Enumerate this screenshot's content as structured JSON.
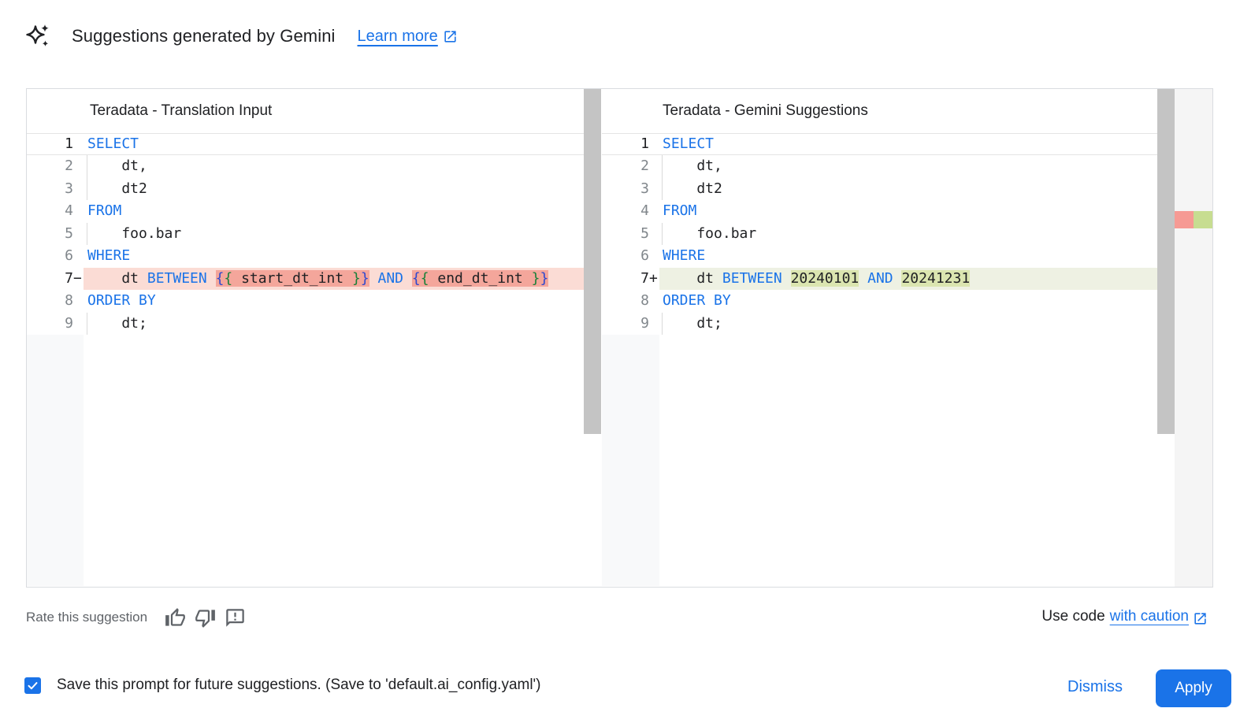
{
  "header": {
    "title": "Suggestions generated by Gemini",
    "learn_more_label": "Learn more"
  },
  "diff": {
    "left": {
      "title": "Teradata - Translation Input",
      "lines": [
        {
          "n": "1",
          "sign": "",
          "active": true,
          "tokens": [
            {
              "t": "SELECT",
              "c": "kw"
            }
          ]
        },
        {
          "n": "2",
          "sign": "",
          "guide": true,
          "tokens": [
            {
              "t": "    dt,",
              "c": "id"
            }
          ]
        },
        {
          "n": "3",
          "sign": "",
          "guide": true,
          "tokens": [
            {
              "t": "    dt2",
              "c": "id"
            }
          ]
        },
        {
          "n": "4",
          "sign": "",
          "tokens": [
            {
              "t": "FROM",
              "c": "kw"
            }
          ]
        },
        {
          "n": "5",
          "sign": "",
          "guide": true,
          "tokens": [
            {
              "t": "    foo.bar",
              "c": "id"
            }
          ]
        },
        {
          "n": "6",
          "sign": "",
          "tokens": [
            {
              "t": "WHERE",
              "c": "kw"
            }
          ]
        },
        {
          "n": "7",
          "sign": "−",
          "diff": "del",
          "tokens": [
            {
              "t": "    dt ",
              "c": "id"
            },
            {
              "t": "BETWEEN",
              "c": "kw"
            },
            {
              "t": " ",
              "c": "id"
            },
            {
              "t": "{",
              "c": "b1",
              "hl": true
            },
            {
              "t": "{",
              "c": "b2",
              "hl": true
            },
            {
              "t": " start_dt_int ",
              "c": "id",
              "hl": true
            },
            {
              "t": "}",
              "c": "b2",
              "hl": true
            },
            {
              "t": "}",
              "c": "b1",
              "hl": true
            },
            {
              "t": " ",
              "c": "id"
            },
            {
              "t": "AND",
              "c": "kw"
            },
            {
              "t": " ",
              "c": "id"
            },
            {
              "t": "{",
              "c": "b1",
              "hl": true
            },
            {
              "t": "{",
              "c": "b2",
              "hl": true
            },
            {
              "t": " end_dt_int ",
              "c": "id",
              "hl": true
            },
            {
              "t": "}",
              "c": "b2",
              "hl": true
            },
            {
              "t": "}",
              "c": "b1",
              "hl": true
            }
          ]
        },
        {
          "n": "8",
          "sign": "",
          "tokens": [
            {
              "t": "ORDER BY",
              "c": "kw"
            }
          ]
        },
        {
          "n": "9",
          "sign": "",
          "guide": true,
          "tokens": [
            {
              "t": "    dt;",
              "c": "id"
            }
          ]
        }
      ]
    },
    "right": {
      "title": "Teradata - Gemini Suggestions",
      "lines": [
        {
          "n": "1",
          "sign": "",
          "active": true,
          "tokens": [
            {
              "t": "SELECT",
              "c": "kw"
            }
          ]
        },
        {
          "n": "2",
          "sign": "",
          "guide": true,
          "tokens": [
            {
              "t": "    dt,",
              "c": "id"
            }
          ]
        },
        {
          "n": "3",
          "sign": "",
          "guide": true,
          "tokens": [
            {
              "t": "    dt2",
              "c": "id"
            }
          ]
        },
        {
          "n": "4",
          "sign": "",
          "tokens": [
            {
              "t": "FROM",
              "c": "kw"
            }
          ]
        },
        {
          "n": "5",
          "sign": "",
          "guide": true,
          "tokens": [
            {
              "t": "    foo.bar",
              "c": "id"
            }
          ]
        },
        {
          "n": "6",
          "sign": "",
          "tokens": [
            {
              "t": "WHERE",
              "c": "kw"
            }
          ]
        },
        {
          "n": "7",
          "sign": "+",
          "diff": "ins",
          "tokens": [
            {
              "t": "    dt ",
              "c": "id"
            },
            {
              "t": "BETWEEN",
              "c": "kw"
            },
            {
              "t": " ",
              "c": "id"
            },
            {
              "t": "20240101",
              "c": "num",
              "hl": true
            },
            {
              "t": " ",
              "c": "id"
            },
            {
              "t": "AND",
              "c": "kw"
            },
            {
              "t": " ",
              "c": "id"
            },
            {
              "t": "20241231",
              "c": "num",
              "hl": true
            }
          ]
        },
        {
          "n": "8",
          "sign": "",
          "tokens": [
            {
              "t": "ORDER BY",
              "c": "kw"
            }
          ]
        },
        {
          "n": "9",
          "sign": "",
          "guide": true,
          "tokens": [
            {
              "t": "    dt;",
              "c": "id"
            }
          ]
        }
      ]
    }
  },
  "footer": {
    "rate_label": "Rate this suggestion",
    "use_code_text": "Use code",
    "with_caution_label": "with caution"
  },
  "bottom_bar": {
    "save_label": "Save this prompt for future suggestions. (Save to 'default.ai_config.yaml')",
    "checkbox_checked": true,
    "dismiss_label": "Dismiss",
    "apply_label": "Apply"
  },
  "icons": {
    "sparkle": "gemini-sparkle",
    "learn_more": "open-in-new",
    "thumbs": [
      "thumb-up",
      "thumb-down",
      "feedback"
    ],
    "with_caution": "open-in-new"
  },
  "colors": {
    "accent_blue": "#1a73e8",
    "keyword": "#1a73e8",
    "number_literal": "#b5601d",
    "deleted_line_bg": "#fbdcd5",
    "deleted_token_bg": "#f4a69b",
    "inserted_line_bg": "#eef1e3",
    "inserted_token_bg": "#dbe5b0",
    "overview_deleted": "#f69a94",
    "overview_inserted": "#c7dd91"
  }
}
